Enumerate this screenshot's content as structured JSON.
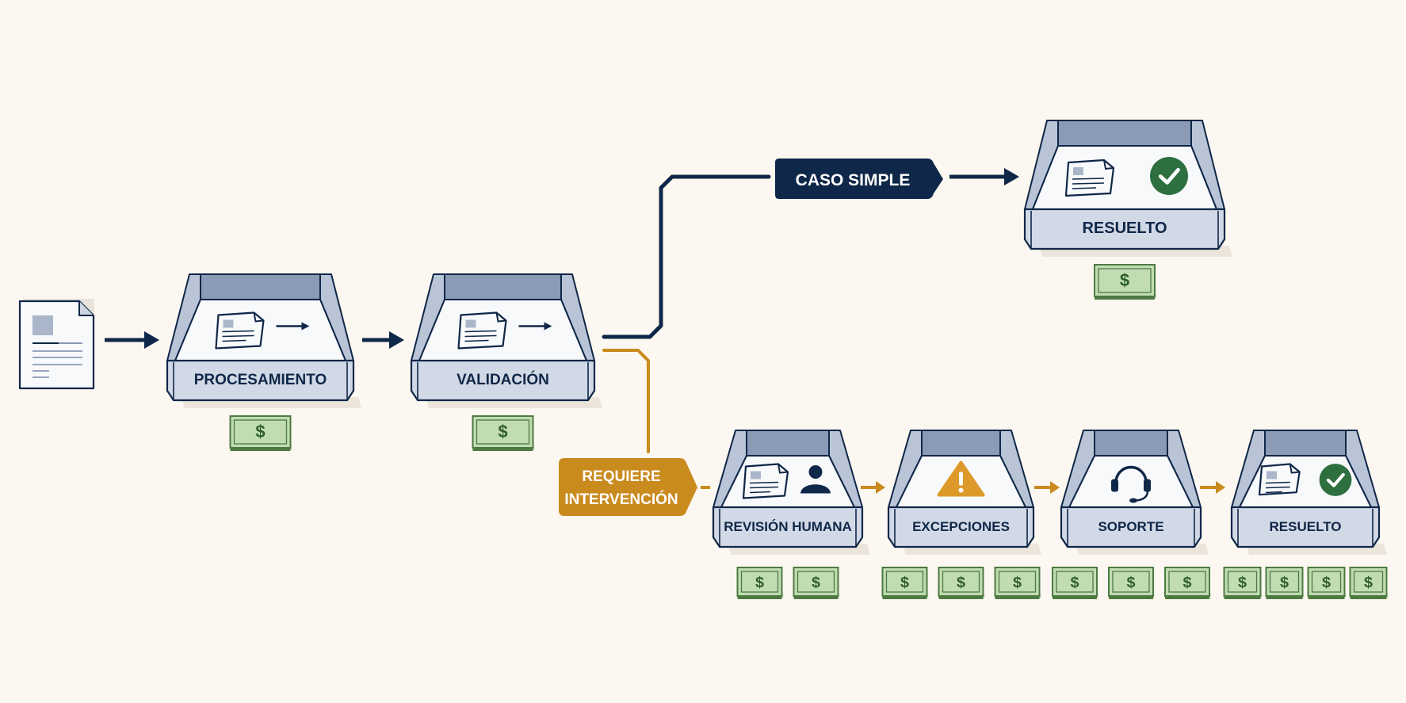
{
  "colors": {
    "background": "#fcf8f1",
    "navy": "#0f2748",
    "orange": "#c98a1e",
    "tray_top": "#8b9ab5",
    "tray_body": "#d2d9e6",
    "tray_base": "#f8f9fb",
    "cash": "#c1dcb3",
    "cash_border": "#4d7a40",
    "check": "#2e6f40"
  },
  "stages": {
    "processing": {
      "label": "PROCESAMIENTO",
      "cost_units": 1,
      "icon": "document-arrow-icon"
    },
    "validation": {
      "label": "VALIDACIÓN",
      "cost_units": 1,
      "icon": "document-arrow-icon"
    },
    "resolved_simple": {
      "label": "RESUELTO",
      "cost_units": 1,
      "icon": "document-check-icon"
    },
    "human_review": {
      "label": "REVISIÓN HUMANA",
      "cost_units": 2,
      "icon": "person-icon"
    },
    "exceptions": {
      "label": "EXCEPCIONES",
      "cost_units": 3,
      "icon": "warning-icon"
    },
    "support": {
      "label": "SOPORTE",
      "cost_units": 3,
      "icon": "headset-icon"
    },
    "resolved_complex": {
      "label": "RESUELTO",
      "cost_units": 4,
      "icon": "document-check-icon"
    }
  },
  "branches": {
    "simple": {
      "label": "CASO SIMPLE"
    },
    "intervention": {
      "label_lines": [
        "REQUIERE",
        "INTERVENCIÓN"
      ]
    }
  },
  "currency_symbol": "$"
}
